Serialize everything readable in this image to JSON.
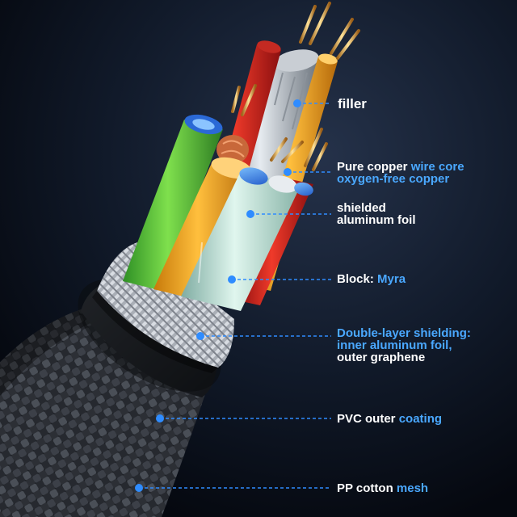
{
  "labels": [
    {
      "id": "filler",
      "lines": [
        [
          {
            "t": "filler",
            "c": "white"
          }
        ]
      ],
      "leader_color": "#2f8cff"
    },
    {
      "id": "core",
      "lines": [
        [
          {
            "t": "Pure copper ",
            "c": "white"
          },
          {
            "t": "wire core",
            "c": "blue"
          }
        ],
        [
          {
            "t": "oxygen-free copper",
            "c": "blue"
          }
        ]
      ],
      "leader_color": "#2f8cff"
    },
    {
      "id": "foil",
      "lines": [
        [
          {
            "t": "shielded",
            "c": "white"
          }
        ],
        [
          {
            "t": "aluminum foil",
            "c": "white"
          }
        ]
      ],
      "leader_color": "#2f8cff"
    },
    {
      "id": "block",
      "lines": [
        [
          {
            "t": "Block: ",
            "c": "white"
          },
          {
            "t": "Myra",
            "c": "blue"
          }
        ]
      ],
      "leader_color": "#2f8cff"
    },
    {
      "id": "shield",
      "lines": [
        [
          {
            "t": "Double-layer shielding:",
            "c": "blue"
          }
        ],
        [
          {
            "t": "inner aluminum foil,",
            "c": "blue"
          }
        ],
        [
          {
            "t": "outer graphene",
            "c": "white"
          }
        ]
      ],
      "leader_color": "#2f8cff"
    },
    {
      "id": "pvc",
      "lines": [
        [
          {
            "t": "PVC outer ",
            "c": "white"
          },
          {
            "t": "coating",
            "c": "blue"
          }
        ]
      ],
      "leader_color": "#2f8cff"
    },
    {
      "id": "mesh",
      "lines": [
        [
          {
            "t": "PP cotton ",
            "c": "white"
          },
          {
            "t": "mesh",
            "c": "blue"
          }
        ]
      ],
      "leader_color": "#2f8cff"
    }
  ],
  "colors": {
    "background": "#0b1220",
    "text_white": "#ffffff",
    "text_blue": "#4aa8ff",
    "dot": "#2f8cff"
  }
}
